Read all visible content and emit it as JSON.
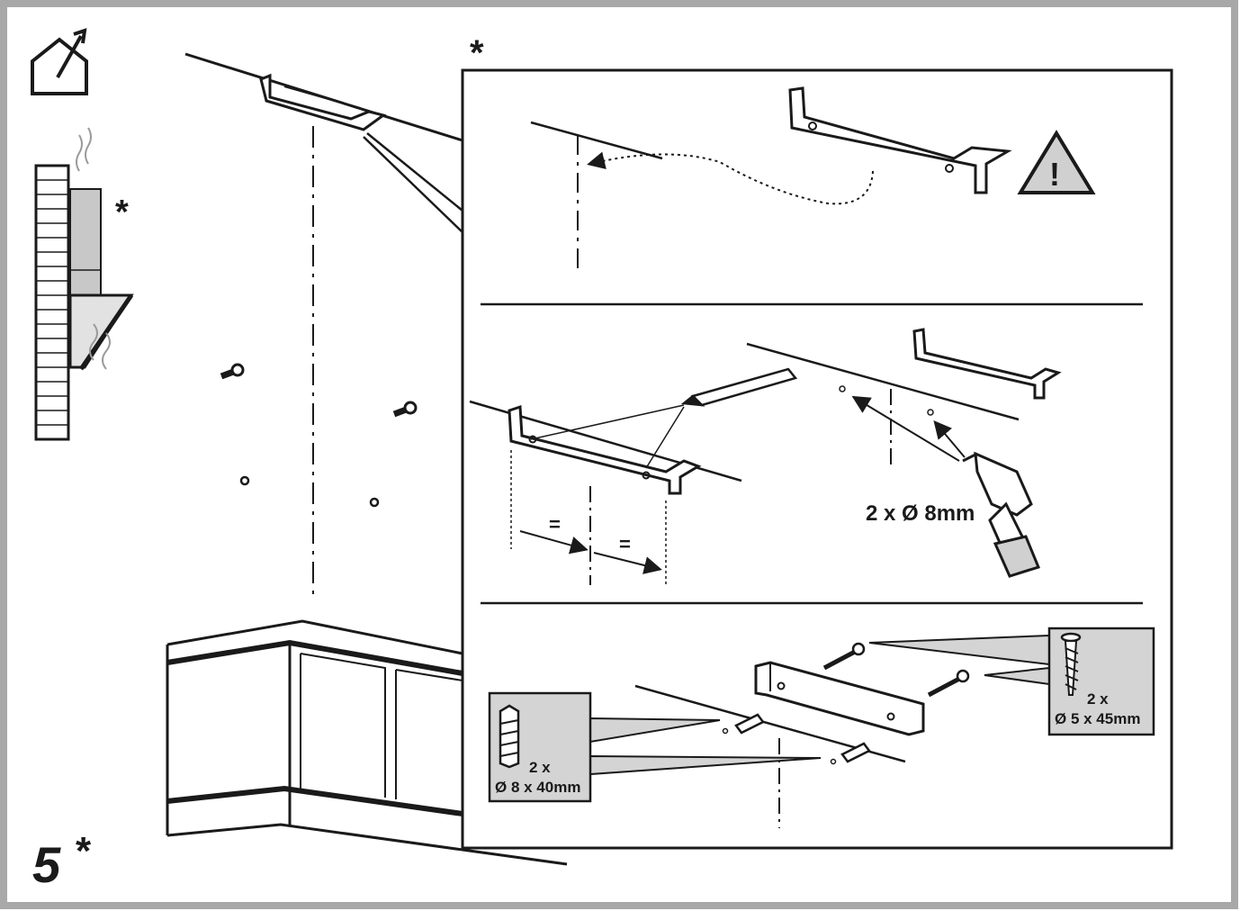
{
  "step": {
    "number": "5",
    "marker": "*"
  },
  "markers": {
    "detail_box": "*",
    "side_figure": "*"
  },
  "drill_label": "2 x Ø 8mm",
  "measure_marks": [
    "=",
    "="
  ],
  "screws": {
    "count": "2 x",
    "size": "Ø 5 x 45mm"
  },
  "plugs": {
    "count": "2 x",
    "size": "Ø 8 x 40mm"
  },
  "icons": [
    "house-vent-out-icon",
    "warning-triangle-icon",
    "pencil-icon",
    "drill-icon",
    "screw-icon",
    "wall-plug-icon"
  ],
  "colors": {
    "frame": "#a8a8a8",
    "ink": "#1a1a1a",
    "callout_fill": "#d4d4d4"
  }
}
